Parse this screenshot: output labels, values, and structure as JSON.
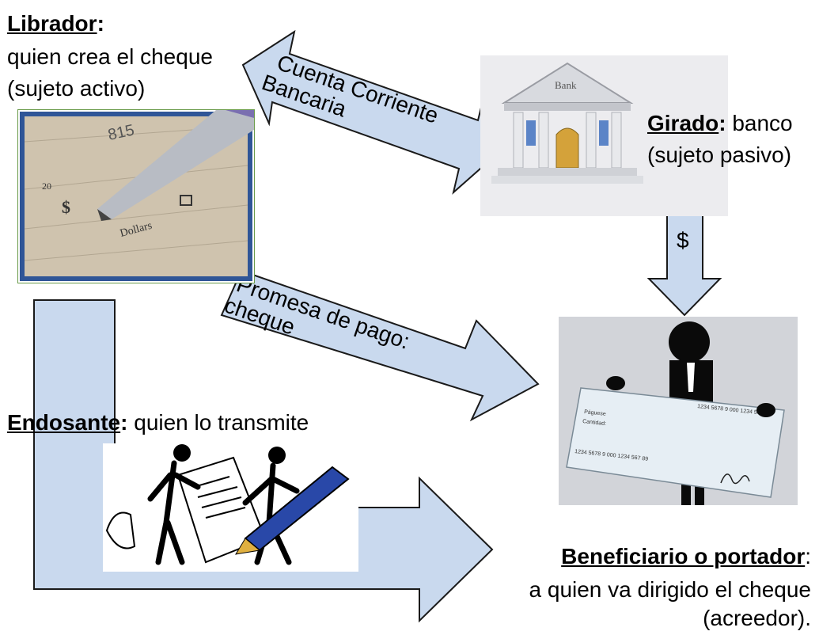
{
  "librador": {
    "term": "Librador",
    "colon": ":",
    "line1": "quien crea el cheque",
    "line2": "(sujeto activo)"
  },
  "girado": {
    "term": "Girado",
    "colon": ":",
    "rest": " banco",
    "line2": "(sujeto pasivo)"
  },
  "endosante": {
    "term": "Endosante",
    "colon": ":",
    "rest": " quien lo transmite"
  },
  "beneficiario": {
    "term": "Beneficiario o portador",
    "colon": ":",
    "line1": "a quien va dirigido el cheque",
    "line2": "(acreedor)."
  },
  "arrows": {
    "cuenta_line1": "Cuenta Corriente",
    "cuenta_line2": "Bancaria",
    "promesa_line1": "Promesa de pago:",
    "promesa_line2": "cheque",
    "dollar": "$"
  },
  "images": {
    "check_writing": {
      "amount_20": "20",
      "number": "815",
      "dollars": "Dollars",
      "sign": "$"
    },
    "bank": {
      "sign": "Bank"
    },
    "beneficiary_check": {
      "account": "1234 5678 9 000 1234 567 89",
      "pay_to": "Páguese",
      "amount": "Cantidad:",
      "micr": "1234 5678 9 000 1234 567 89"
    }
  },
  "colors": {
    "arrow_fill": "#c9d9ee",
    "arrow_stroke": "#1a1a1a",
    "frame_blue": "#2f5597"
  }
}
